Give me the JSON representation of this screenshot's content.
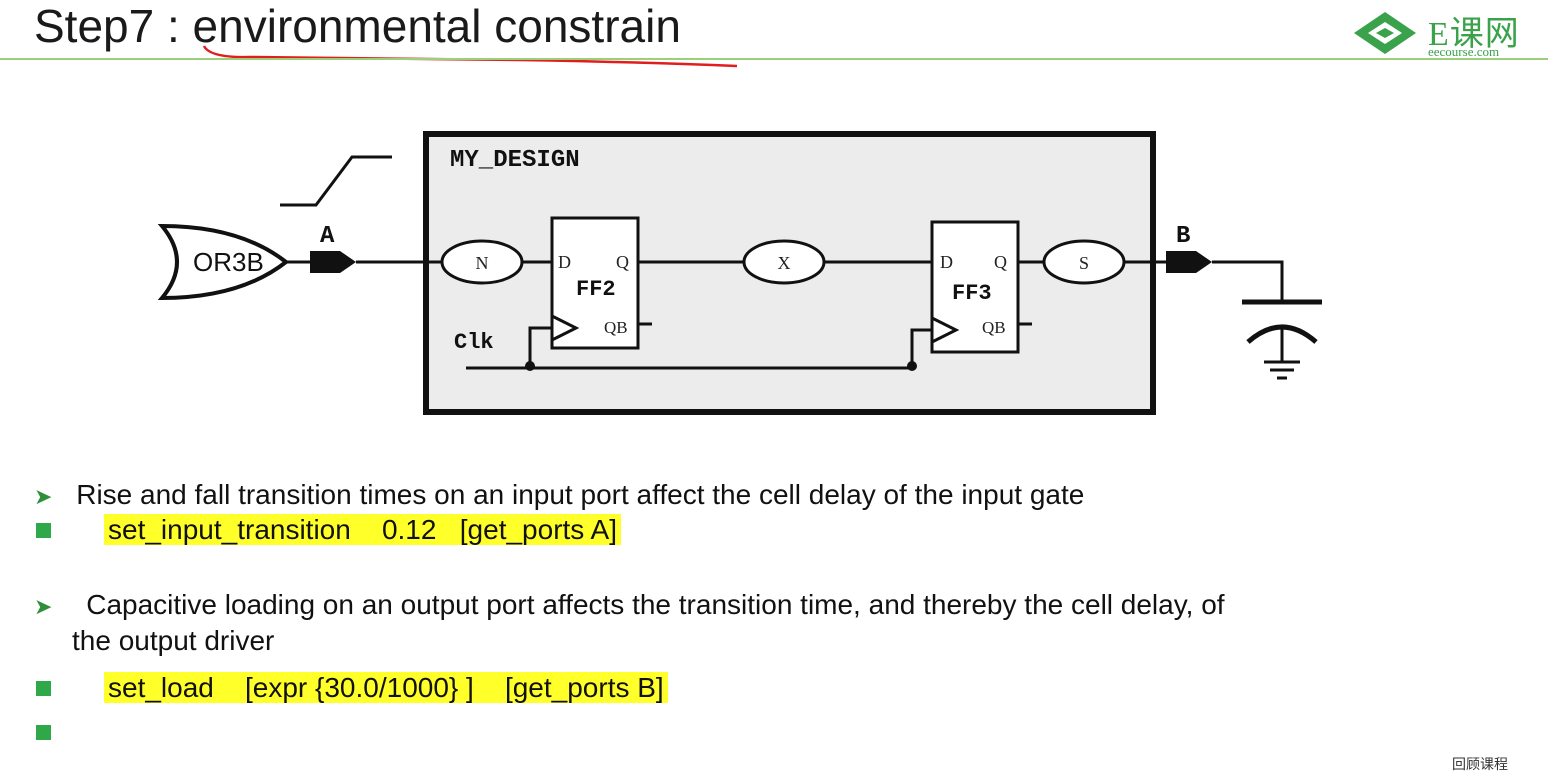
{
  "slide": {
    "title": "Step7 : environmental constrain",
    "logo": {
      "name": "E课网",
      "site": "eecourse.com"
    }
  },
  "diagram": {
    "design_label": "MY_DESIGN",
    "input_gate": "OR3B",
    "port_in": "A",
    "port_out": "B",
    "clock": "Clk",
    "nodes": [
      "N",
      "X",
      "S"
    ],
    "ff2": {
      "name": "FF2",
      "d": "D",
      "q": "Q",
      "qb": "QB"
    },
    "ff3": {
      "name": "FF3",
      "d": "D",
      "q": "Q",
      "qb": "QB"
    }
  },
  "bullets": [
    {
      "type": "arrow",
      "text": "Rise and fall transition times on an input port affect the cell delay of the input gate"
    },
    {
      "type": "square",
      "code": "set_input_transition    0.12   [get_ports A]"
    },
    {
      "type": "arrow",
      "text": "Capacitive loading on an output port affects the transition time, and thereby the cell  delay, of",
      "text2": "the output driver"
    },
    {
      "type": "square",
      "code": "set_load    [expr {30.0/1000} ]    [get_ports B]"
    },
    {
      "type": "square",
      "code": ""
    }
  ],
  "corner_text": "回顾课程"
}
